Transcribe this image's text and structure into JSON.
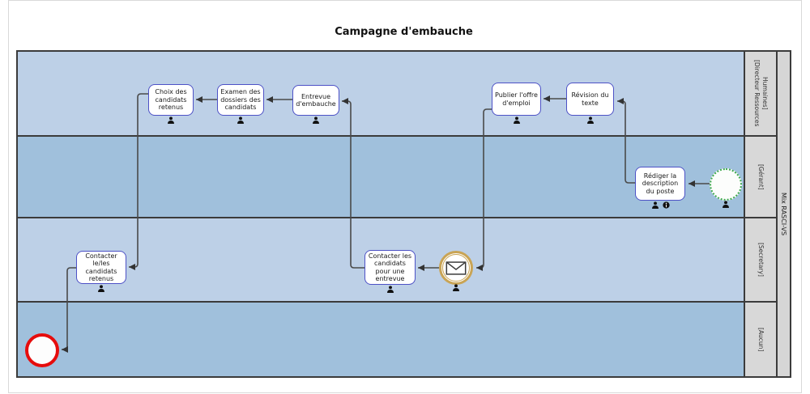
{
  "title": "Campagne d'embauche",
  "pool": {
    "header_label": "Mix RASCI-VS"
  },
  "lanes": [
    {
      "label": "[Directeur Ressources Humaines]"
    },
    {
      "label": "[Gérant]"
    },
    {
      "label": "[Secretary]"
    },
    {
      "label": "[Aucun]"
    }
  ],
  "tasks": [
    {
      "id": "choix-candidats",
      "label": "Choix des candidats retenus",
      "lane": "[Directeur Ressources Humaines]",
      "icons": [
        "person-icon"
      ]
    },
    {
      "id": "examen-dossiers",
      "label": "Examen des dossiers des candidats",
      "lane": "[Directeur Ressources Humaines]",
      "icons": [
        "person-icon"
      ]
    },
    {
      "id": "entrevue-embauche",
      "label": "Entrevue d'embauche",
      "lane": "[Directeur Ressources Humaines]",
      "icons": [
        "person-icon"
      ]
    },
    {
      "id": "publier-offre",
      "label": "Publier l'offre d'emploi",
      "lane": "[Directeur Ressources Humaines]",
      "icons": [
        "person-icon"
      ]
    },
    {
      "id": "revision-texte",
      "label": "Révision du texte",
      "lane": "[Directeur Ressources Humaines]",
      "icons": [
        "person-icon"
      ]
    },
    {
      "id": "rediger-description",
      "label": "Rédiger la description du poste",
      "lane": "[Gérant]",
      "icons": [
        "person-icon",
        "info-icon"
      ]
    },
    {
      "id": "contacter-retenus",
      "label": "Contacter le/les candidats retenus",
      "lane": "[Secretary]",
      "icons": [
        "person-icon"
      ]
    },
    {
      "id": "contacter-entrevue",
      "label": "Contacter les candidats pour une entrevue",
      "lane": "[Secretary]",
      "icons": [
        "person-icon"
      ]
    }
  ],
  "events": [
    {
      "id": "start-event",
      "type": "start",
      "lane": "[Gérant]",
      "style": "dotted-green-circle",
      "icons": [
        "person-icon"
      ]
    },
    {
      "id": "message-event",
      "type": "intermediate-message",
      "lane": "[Secretary]",
      "style": "double-gold-circle",
      "icons": [
        "envelope-icon",
        "person-icon"
      ]
    },
    {
      "id": "end-event",
      "type": "end",
      "lane": "[Aucun]",
      "style": "thick-red-circle",
      "icons": []
    }
  ],
  "flows": [
    {
      "from": "start-event",
      "to": "rediger-description"
    },
    {
      "from": "rediger-description",
      "to": "revision-texte"
    },
    {
      "from": "revision-texte",
      "to": "publier-offre"
    },
    {
      "from": "publier-offre",
      "to": "message-event"
    },
    {
      "from": "message-event",
      "to": "contacter-entrevue"
    },
    {
      "from": "contacter-entrevue",
      "to": "entrevue-embauche"
    },
    {
      "from": "entrevue-embauche",
      "to": "examen-dossiers"
    },
    {
      "from": "examen-dossiers",
      "to": "choix-candidats"
    },
    {
      "from": "choix-candidats",
      "to": "contacter-retenus"
    },
    {
      "from": "contacter-retenus",
      "to": "end-event"
    }
  ],
  "colors": {
    "lane_light": "#bdd0e7",
    "lane_dark": "#a0c0dc",
    "label_column_bg": "#d8d8d8",
    "pool_border": "#3b3b3b",
    "task_border": "#4d51c6",
    "flow_line": "#4a4a4a",
    "start_border": "#3faa4d",
    "message_ring": "#c9a455",
    "end_border": "#e60c0c"
  }
}
